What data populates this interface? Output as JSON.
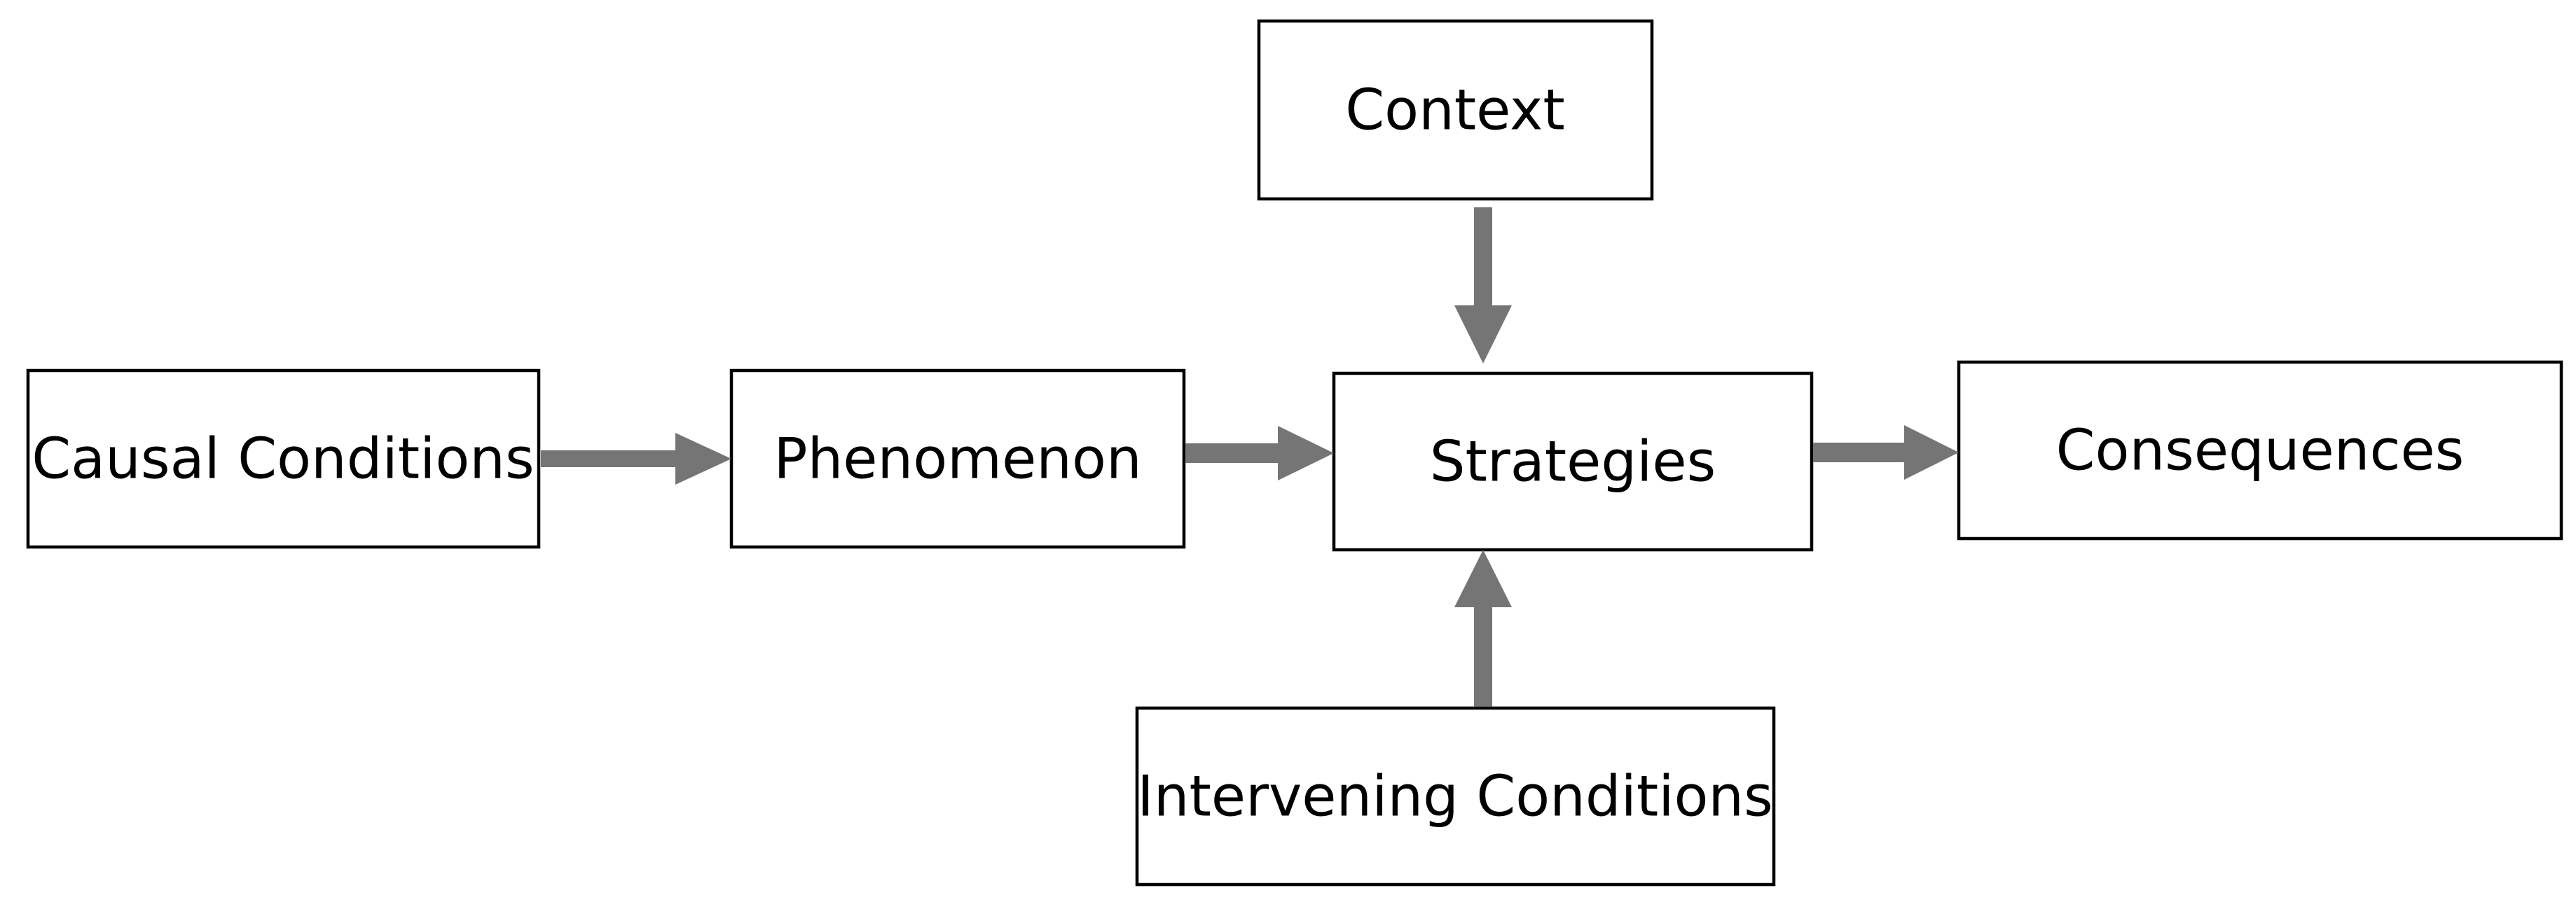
{
  "diagram": {
    "nodes": {
      "context": {
        "label": "Context"
      },
      "causal_conditions": {
        "label": "Causal Conditions"
      },
      "phenomenon": {
        "label": "Phenomenon"
      },
      "strategies": {
        "label": "Strategies"
      },
      "consequences": {
        "label": "Consequences"
      },
      "intervening_conditions": {
        "label": "Intervening Conditions"
      }
    },
    "edges": [
      {
        "from": "causal_conditions",
        "to": "phenomenon"
      },
      {
        "from": "phenomenon",
        "to": "strategies"
      },
      {
        "from": "strategies",
        "to": "consequences"
      },
      {
        "from": "context",
        "to": "strategies"
      },
      {
        "from": "intervening_conditions",
        "to": "strategies"
      }
    ],
    "colors": {
      "arrow": "#757575",
      "box_border": "#000000",
      "background": "#ffffff"
    }
  }
}
